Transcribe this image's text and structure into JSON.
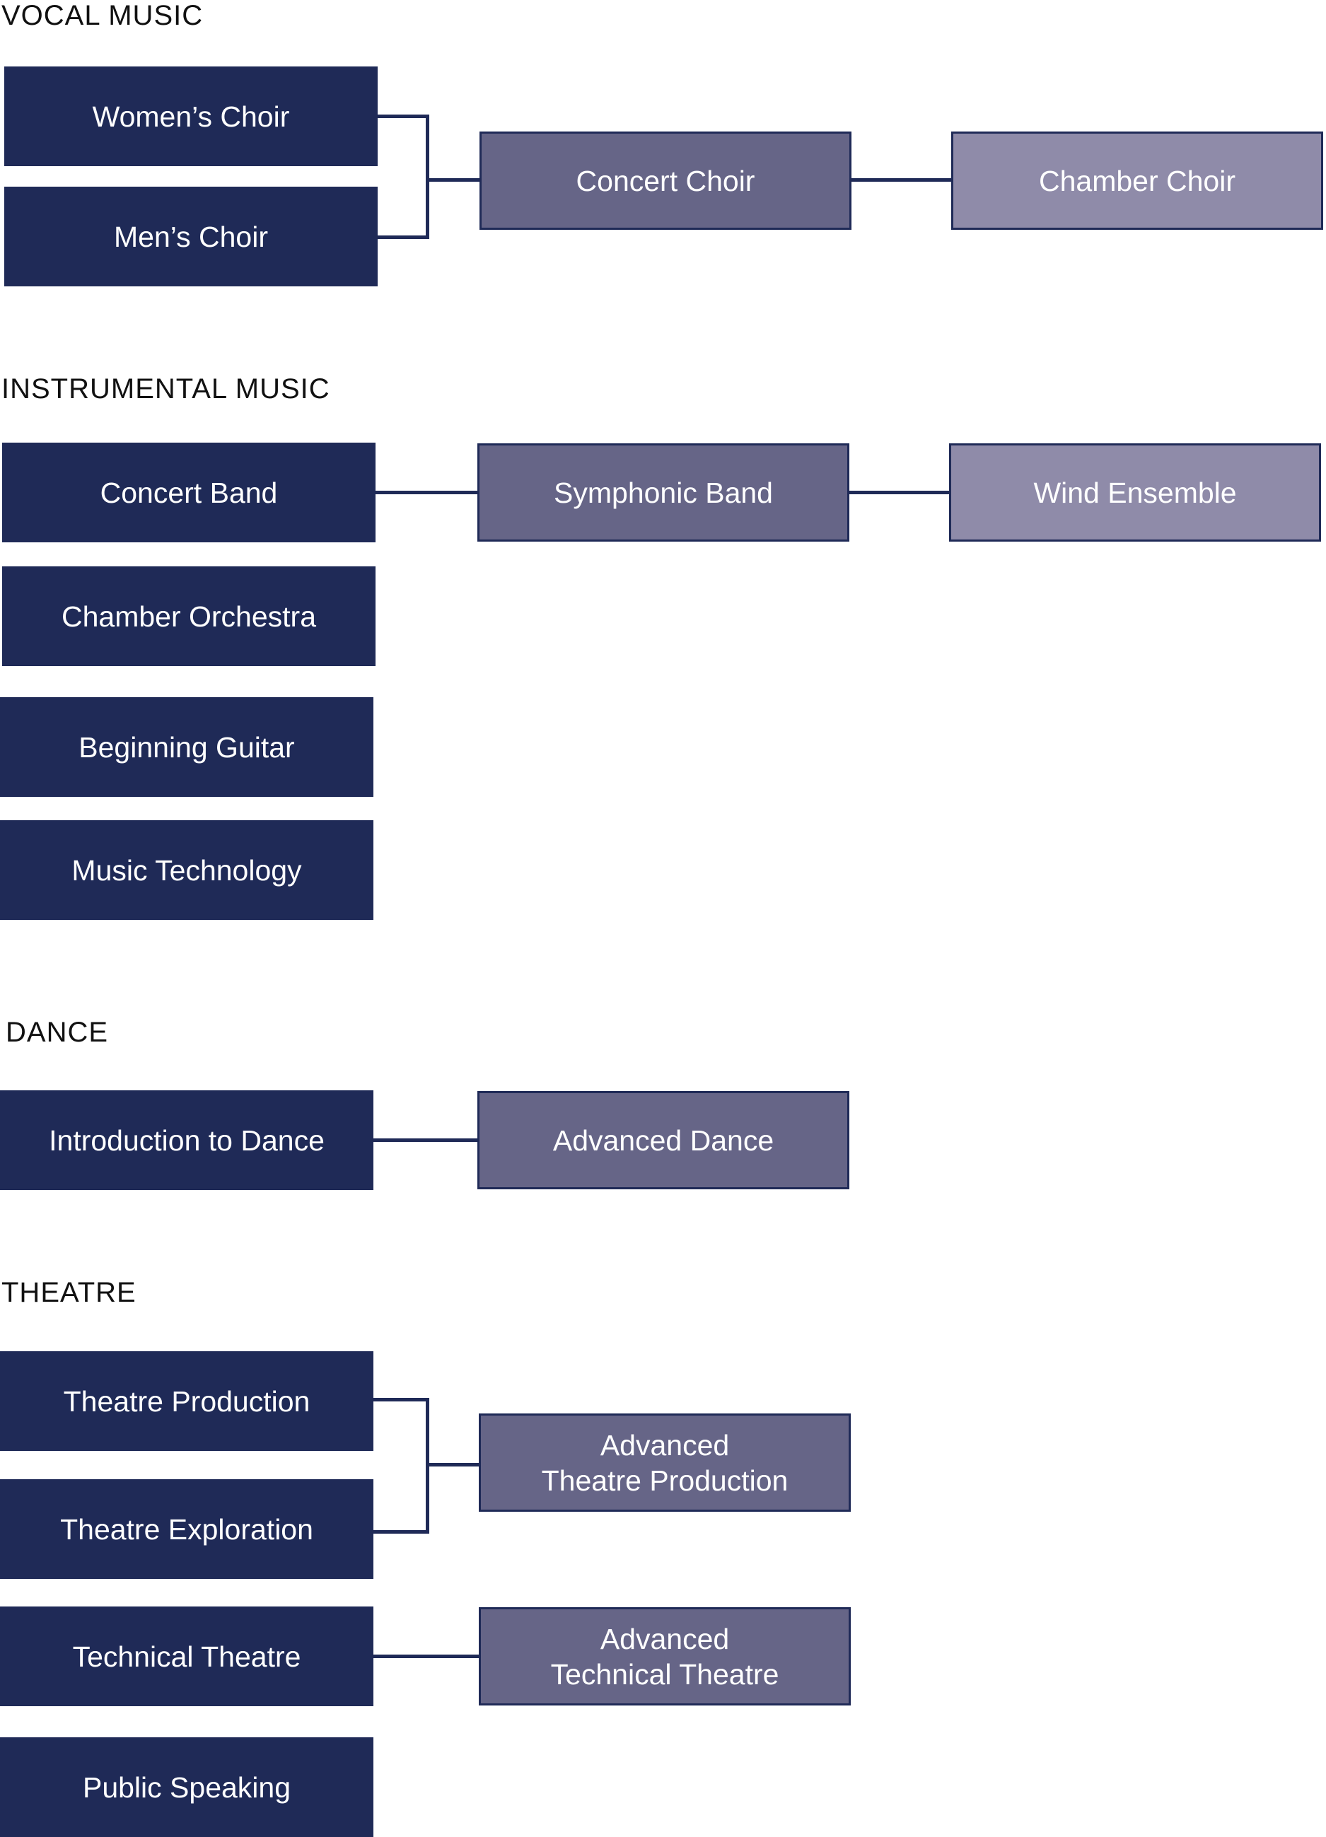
{
  "colors": {
    "level1": "#1f2a57",
    "level2": "#666587",
    "level3": "#8f8ba9",
    "connector": "#1f2a57",
    "heading": "#111111"
  },
  "sections": {
    "vocal": {
      "heading": "VOCAL MUSIC",
      "womens_choir": "Women’s Choir",
      "mens_choir": "Men’s Choir",
      "concert_choir": "Concert Choir",
      "chamber_choir": "Chamber Choir"
    },
    "instrumental": {
      "heading": "INSTRUMENTAL MUSIC",
      "concert_band": "Concert Band",
      "symphonic_band": "Symphonic Band",
      "wind_ensemble": "Wind Ensemble",
      "chamber_orchestra": "Chamber Orchestra",
      "beginning_guitar": "Beginning Guitar",
      "music_technology": "Music Technology"
    },
    "dance": {
      "heading": "DANCE",
      "intro_dance": "Introduction to Dance",
      "advanced_dance": "Advanced Dance"
    },
    "theatre": {
      "heading": "THEATRE",
      "theatre_production": "Theatre Production",
      "theatre_exploration": "Theatre Exploration",
      "advanced_theatre_production": "Advanced\nTheatre Production",
      "technical_theatre": "Technical Theatre",
      "advanced_technical_theatre": "Advanced\nTechnical Theatre",
      "public_speaking": "Public Speaking"
    }
  }
}
